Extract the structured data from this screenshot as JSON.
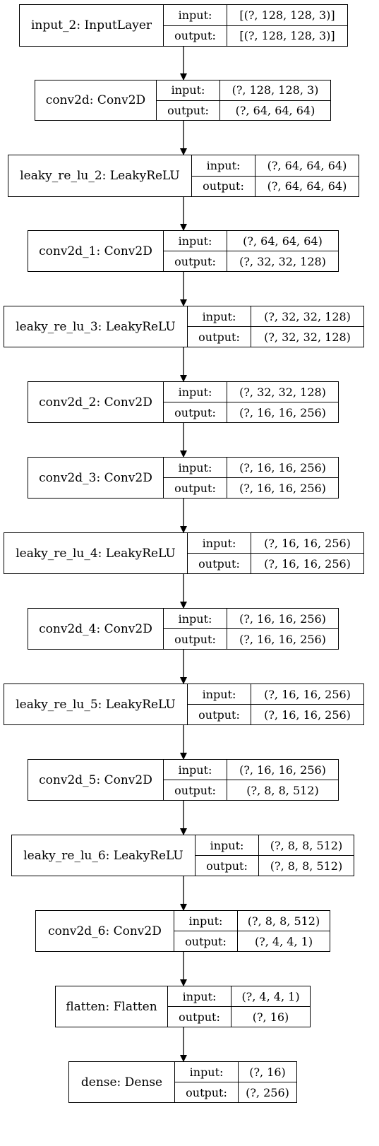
{
  "layers": [
    {
      "name": "input_2: InputLayer",
      "input": "[(?, 128, 128, 3)]",
      "output": "[(?, 128, 128, 3)]"
    },
    {
      "name": "conv2d: Conv2D",
      "input": "(?, 128, 128, 3)",
      "output": "(?, 64, 64, 64)"
    },
    {
      "name": "leaky_re_lu_2: LeakyReLU",
      "input": "(?, 64, 64, 64)",
      "output": "(?, 64, 64, 64)"
    },
    {
      "name": "conv2d_1: Conv2D",
      "input": "(?, 64, 64, 64)",
      "output": "(?, 32, 32, 128)"
    },
    {
      "name": "leaky_re_lu_3: LeakyReLU",
      "input": "(?, 32, 32, 128)",
      "output": "(?, 32, 32, 128)"
    },
    {
      "name": "conv2d_2: Conv2D",
      "input": "(?, 32, 32, 128)",
      "output": "(?, 16, 16, 256)"
    },
    {
      "name": "conv2d_3: Conv2D",
      "input": "(?, 16, 16, 256)",
      "output": "(?, 16, 16, 256)"
    },
    {
      "name": "leaky_re_lu_4: LeakyReLU",
      "input": "(?, 16, 16, 256)",
      "output": "(?, 16, 16, 256)"
    },
    {
      "name": "conv2d_4: Conv2D",
      "input": "(?, 16, 16, 256)",
      "output": "(?, 16, 16, 256)"
    },
    {
      "name": "leaky_re_lu_5: LeakyReLU",
      "input": "(?, 16, 16, 256)",
      "output": "(?, 16, 16, 256)"
    },
    {
      "name": "conv2d_5: Conv2D",
      "input": "(?, 16, 16, 256)",
      "output": "(?, 8, 8, 512)"
    },
    {
      "name": "leaky_re_lu_6: LeakyReLU",
      "input": "(?, 8, 8, 512)",
      "output": "(?, 8, 8, 512)"
    },
    {
      "name": "conv2d_6: Conv2D",
      "input": "(?, 8, 8, 512)",
      "output": "(?, 4, 4, 1)"
    },
    {
      "name": "flatten: Flatten",
      "input": "(?, 4, 4, 1)",
      "output": "(?, 16)"
    },
    {
      "name": "dense: Dense",
      "input": "(?, 16)",
      "output": "(?, 256)"
    }
  ],
  "labels": {
    "input": "input:",
    "output": "output:"
  }
}
